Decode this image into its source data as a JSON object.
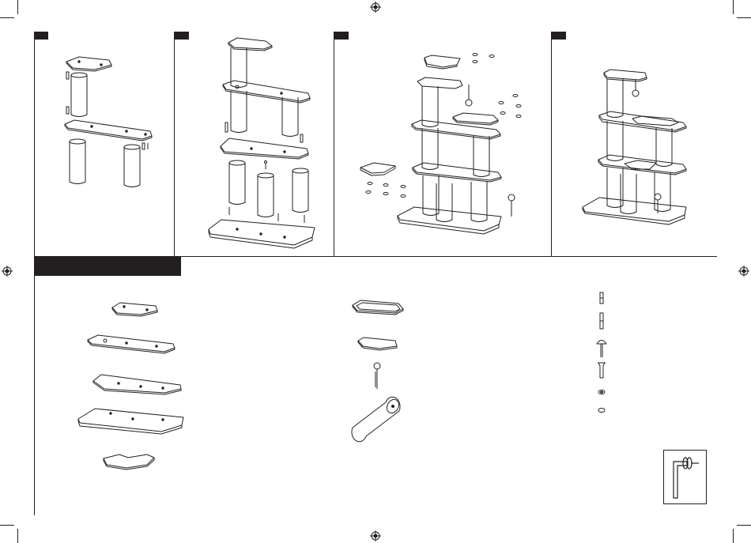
{
  "document": {
    "type": "assembly-instructions",
    "steps": [
      {
        "id": 1,
        "tag_color": "#231f20"
      },
      {
        "id": 2,
        "tag_color": "#231f20"
      },
      {
        "id": 3,
        "tag_color": "#231f20"
      },
      {
        "id": 4,
        "tag_color": "#231f20"
      }
    ],
    "parts_header_color": "#231f20",
    "ink_color": "#231f20",
    "tool_icon": "allen-key-icon",
    "registration_mark_icon": "crosshair-target-icon"
  }
}
